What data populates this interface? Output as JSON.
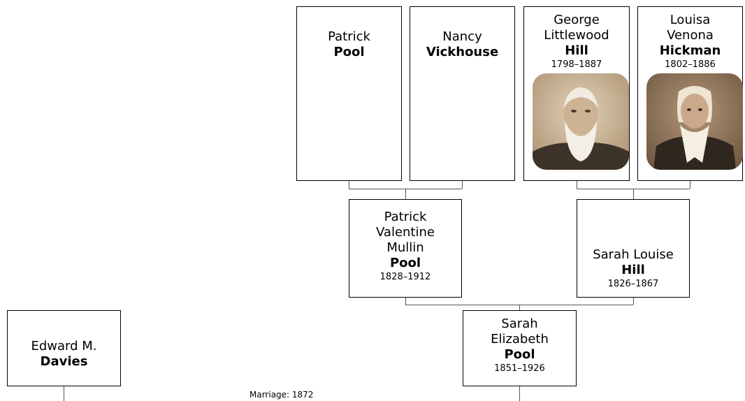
{
  "people": {
    "patrick_pool": {
      "given": "Patrick",
      "surname": "Pool"
    },
    "nancy_vickhouse": {
      "given": "Nancy",
      "surname": "Vickhouse"
    },
    "george_hill": {
      "given": "George Littlewood",
      "surname": "Hill",
      "dates": "1798–1887",
      "photo": "portrait-of-elderly-bearded-man"
    },
    "louisa_hickman": {
      "given": "Louisa Venona",
      "surname": "Hickman",
      "dates": "1802–1886",
      "photo": "portrait-of-elderly-woman-in-bonnet"
    },
    "patrick_valentine_pool": {
      "given": "Patrick Valentine Mullin",
      "surname": "Pool",
      "dates": "1828–1912"
    },
    "sarah_louise_hill": {
      "given": "Sarah Louise",
      "surname": "Hill",
      "dates": "1826–1867"
    },
    "sarah_elizabeth_pool": {
      "given": "Sarah Elizabeth",
      "surname": "Pool",
      "dates": "1851–1926"
    },
    "edward_davies": {
      "given": "Edward M.",
      "surname": "Davies"
    }
  },
  "marriage_label": "Marriage: 1872",
  "colors": {
    "box_border": "#000000",
    "connector": "#555555",
    "photo_tone": "#8b7355"
  }
}
